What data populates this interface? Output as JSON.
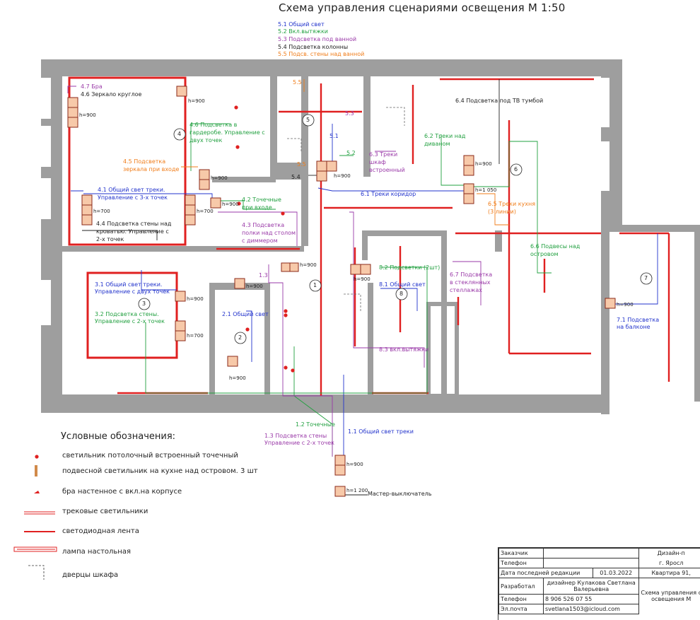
{
  "title": "Схема управления сценариями освещения М 1:50",
  "scenarios": [
    {
      "text": "5.1 Общий свет",
      "color": "#2233cc"
    },
    {
      "text": "5.2 Вкл.вытяжки",
      "color": "#22a040"
    },
    {
      "text": "5.3 Подсветка под ванной",
      "color": "#9a3aa8"
    },
    {
      "text": "5.4 Подсветка колонны",
      "color": "#222222"
    },
    {
      "text": "5.5 Подсв. стены над ванной",
      "color": "#f07d1a"
    }
  ],
  "colors": {
    "wall": "#9e9e9e",
    "track": "#e02020",
    "blue": "#2233cc",
    "green": "#22a040",
    "purple": "#9a3aa8",
    "orange": "#f07d1a",
    "black": "#222222",
    "switch": "#f7c9a9",
    "switch_border": "#8b2a1a"
  },
  "labels": [
    {
      "id": "l47",
      "text": "4.7 Бра",
      "color": "purple"
    },
    {
      "id": "l46",
      "text": "4.6 Зеркало круглое",
      "color": "black"
    },
    {
      "id": "l46b",
      "text": "4.6 Подсветка в",
      "color": "green"
    },
    {
      "id": "l46c",
      "text": "гардеробе. Управление с",
      "color": "green"
    },
    {
      "id": "l46d",
      "text": "двух точек",
      "color": "green"
    },
    {
      "id": "l45a",
      "text": "4.5 Подсветка",
      "color": "orange"
    },
    {
      "id": "l45b",
      "text": "зеркала при входе",
      "color": "orange"
    },
    {
      "id": "l41a",
      "text": "4.1 Общий свет треки.",
      "color": "blue"
    },
    {
      "id": "l41b",
      "text": "Управление с 3-х точек",
      "color": "blue"
    },
    {
      "id": "l42a",
      "text": "4.2 Точечные",
      "color": "green"
    },
    {
      "id": "l42b",
      "text": "при входе",
      "color": "green"
    },
    {
      "id": "l44a",
      "text": "4.4 Подсветка стены над",
      "color": "black"
    },
    {
      "id": "l44b",
      "text": "кроватью. Управление с",
      "color": "black"
    },
    {
      "id": "l44c",
      "text": "2-х точек",
      "color": "black"
    },
    {
      "id": "l43a",
      "text": "4.3 Подсветка",
      "color": "purple"
    },
    {
      "id": "l43b",
      "text": "полки над столом",
      "color": "purple"
    },
    {
      "id": "l43c",
      "text": "с диммером",
      "color": "purple"
    },
    {
      "id": "l55",
      "text": "5.5",
      "color": "orange"
    },
    {
      "id": "l53",
      "text": "5.3",
      "color": "purple"
    },
    {
      "id": "l51",
      "text": "5.1",
      "color": "blue"
    },
    {
      "id": "l52",
      "text": "5.2",
      "color": "green"
    },
    {
      "id": "l55b",
      "text": "5.5",
      "color": "orange"
    },
    {
      "id": "l54",
      "text": "5.4",
      "color": "black"
    },
    {
      "id": "l63a",
      "text": "6.3 Треки",
      "color": "purple"
    },
    {
      "id": "l63b",
      "text": "шкаф",
      "color": "purple"
    },
    {
      "id": "l63c",
      "text": "встроенный",
      "color": "purple"
    },
    {
      "id": "l64",
      "text": "6.4 Подсветка под ТВ тумбой",
      "color": "black"
    },
    {
      "id": "l62a",
      "text": "6.2 Треки над",
      "color": "green"
    },
    {
      "id": "l62b",
      "text": "диваном",
      "color": "green"
    },
    {
      "id": "l61",
      "text": "6.1 Треки коридор",
      "color": "blue"
    },
    {
      "id": "l65a",
      "text": "6.5 Треки кухня",
      "color": "orange"
    },
    {
      "id": "l65b",
      "text": "(3 линии)",
      "color": "orange"
    },
    {
      "id": "l66a",
      "text": "6.6 Подвесы над",
      "color": "green"
    },
    {
      "id": "l66b",
      "text": "островом",
      "color": "green"
    },
    {
      "id": "l31a",
      "text": "3.1 Общий свет треки.",
      "color": "blue"
    },
    {
      "id": "l31b",
      "text": "Управление с двух точек",
      "color": "blue"
    },
    {
      "id": "l32a",
      "text": "3.2 Подсветка стены.",
      "color": "green"
    },
    {
      "id": "l32b",
      "text": "Управление с 2-х точек",
      "color": "green"
    },
    {
      "id": "l21",
      "text": "2.1 Общий свет",
      "color": "blue"
    },
    {
      "id": "l13",
      "text": "1.3",
      "color": "purple"
    },
    {
      "id": "l82",
      "text": "8.2 Подсветки (2шт)",
      "color": "green"
    },
    {
      "id": "l81",
      "text": "8.1 Общий свет",
      "color": "blue"
    },
    {
      "id": "l67a",
      "text": "6.7 Подсветка",
      "color": "purple"
    },
    {
      "id": "l67b",
      "text": "в стеклянных",
      "color": "purple"
    },
    {
      "id": "l67c",
      "text": "стеллажах",
      "color": "purple"
    },
    {
      "id": "l83",
      "text": "8.3 вкл.вытяжки",
      "color": "purple"
    },
    {
      "id": "l71a",
      "text": "7.1 Подсветка",
      "color": "blue"
    },
    {
      "id": "l71b",
      "text": "на балконе",
      "color": "blue"
    },
    {
      "id": "l12",
      "text": "1.2 Точечные",
      "color": "green"
    },
    {
      "id": "l11",
      "text": "1.1 Общий свет треки",
      "color": "blue"
    },
    {
      "id": "l13b",
      "text": "1.3 Подсветка стены",
      "color": "purple"
    },
    {
      "id": "l13c",
      "text": "Управление с 2-х точек",
      "color": "purple"
    },
    {
      "id": "lmaster",
      "text": "Мастер-выключатель",
      "color": "black"
    }
  ],
  "heights": {
    "h900": "h=900",
    "h700": "h=700",
    "h1050": "h=1 050",
    "h1200": "h=1 200"
  },
  "rooms": [
    "1",
    "2",
    "3",
    "4",
    "5",
    "6",
    "7",
    "8"
  ],
  "legend": {
    "title": "Условные обозначения:",
    "items": [
      "светильник потолочный встроенный точечный",
      "подвесной светильник на кухне над островом. 3 шт",
      "бра настенное с вкл.на корпусе",
      "трековые светильники",
      "светодиодная лента",
      "лампа настольная",
      "дверцы шкафа"
    ]
  },
  "stamp": {
    "customer": "Заказчик",
    "phone": "Телефон",
    "last_edit": "Дата последней редакции",
    "last_edit_date": "01.03.2022",
    "developer": "Разработал",
    "developer_name": "дизайнер Кулакова Светлана Валерьевна",
    "phone2": "Телефон",
    "phone2_value": "8 906 526 07 55",
    "email": "Эл.почта",
    "email_value": "svetlana1503@icloud.com",
    "company": "Дизайн-п",
    "city": "г. Яросл",
    "apartment": "Квартира 91,",
    "doc_title_1": "Схема управления с",
    "doc_title_2": "освещения М"
  }
}
